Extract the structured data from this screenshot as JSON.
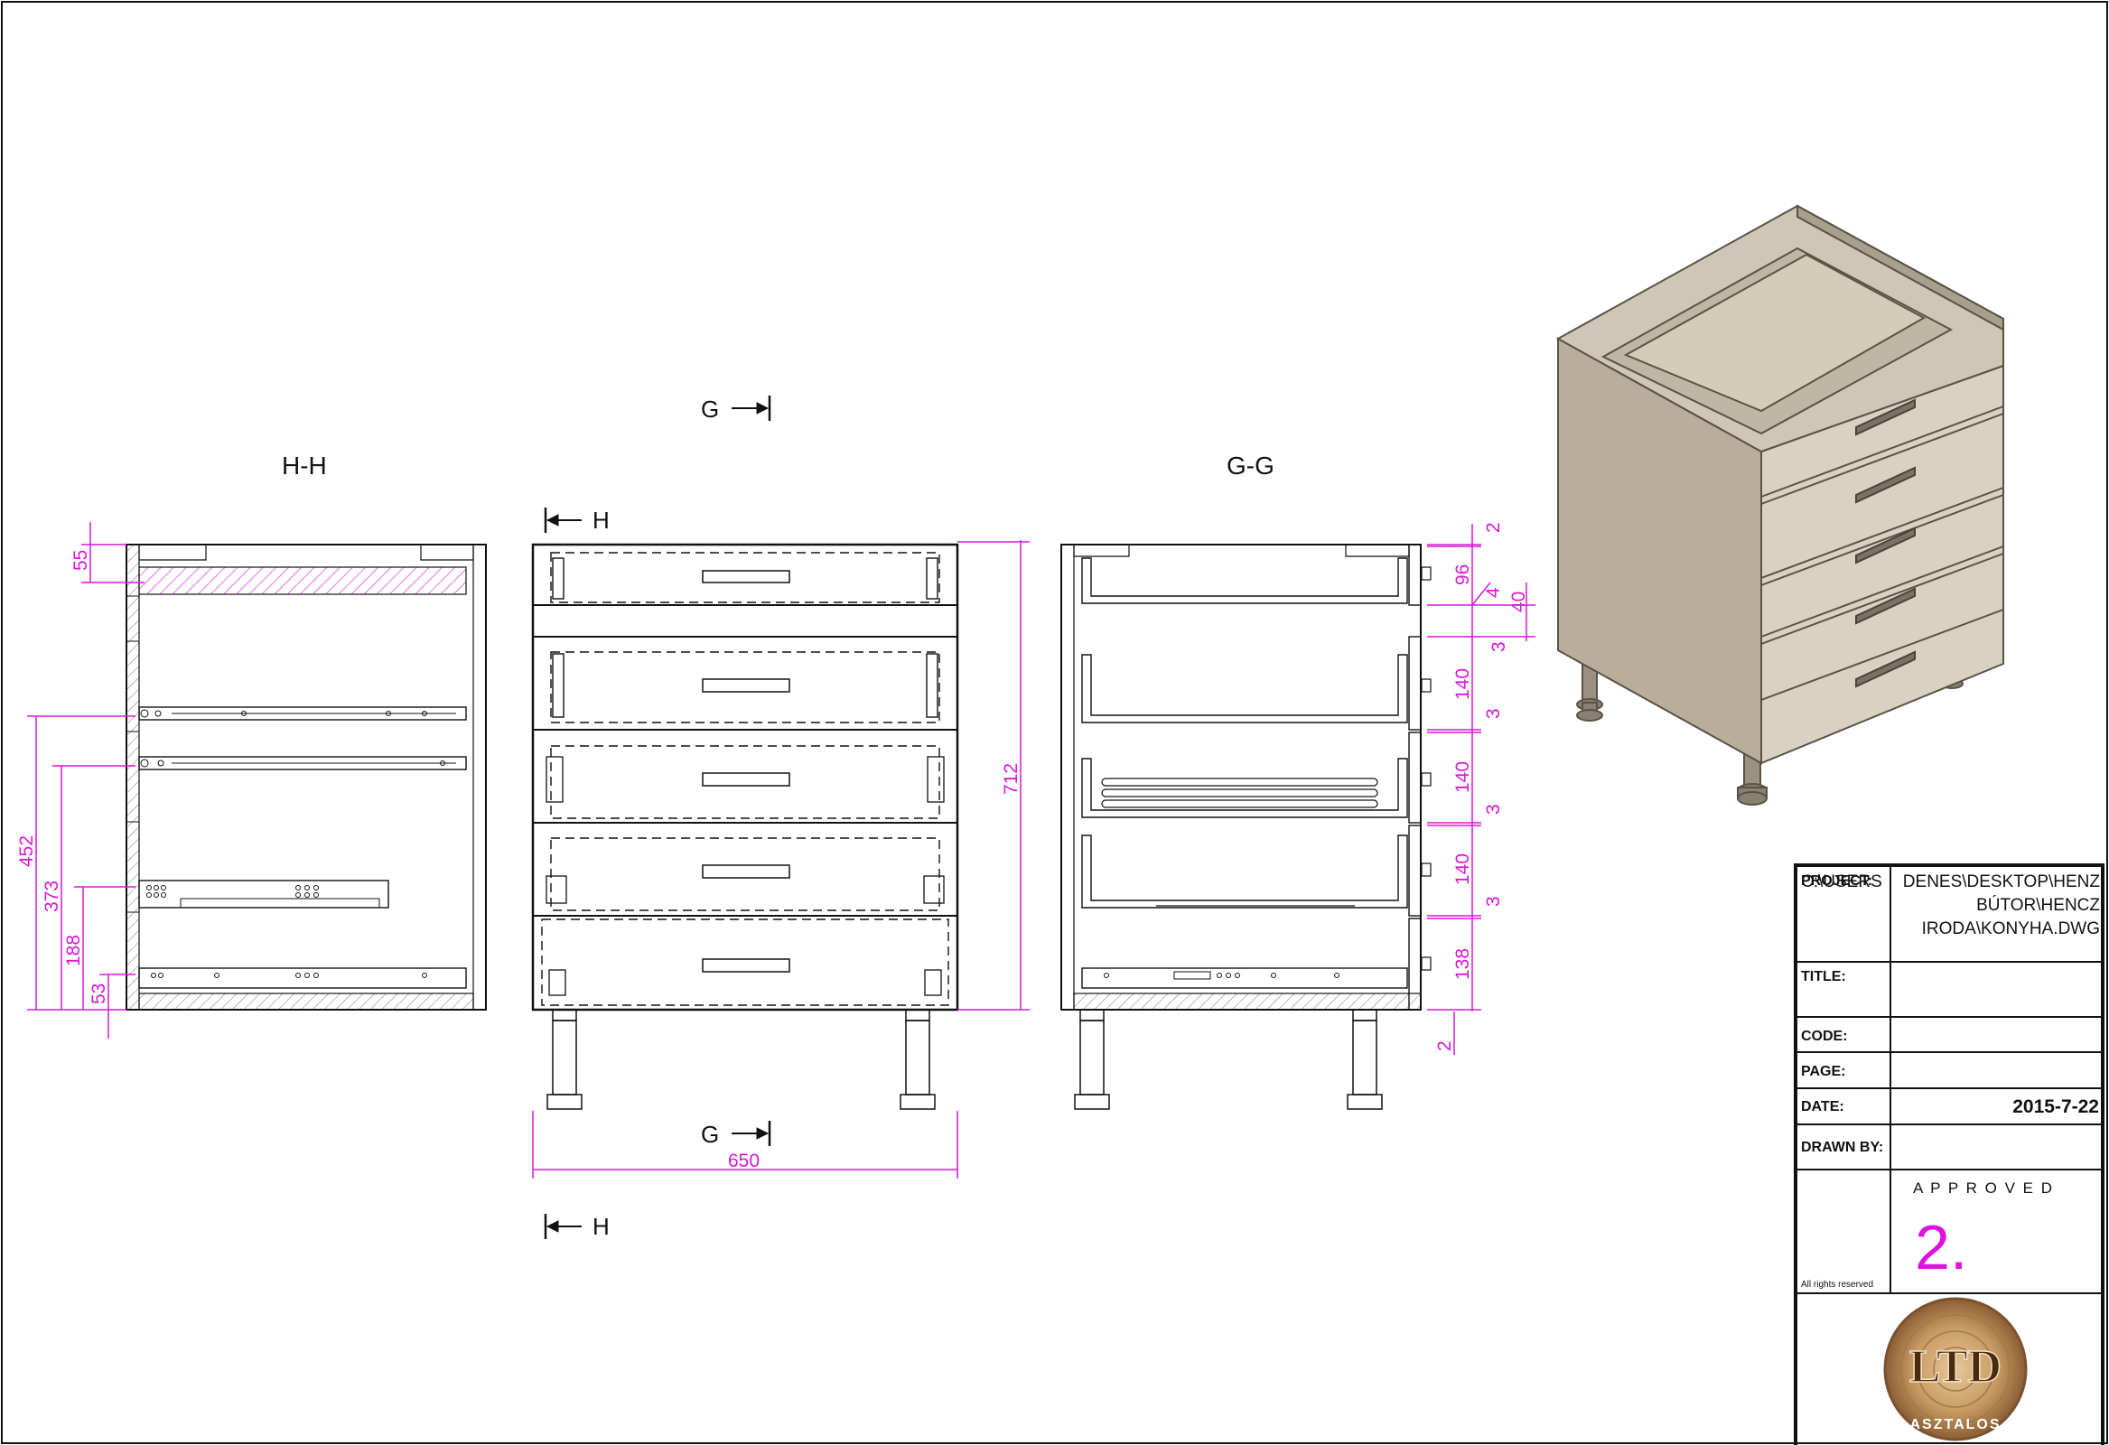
{
  "views": {
    "hh_label": "H-H",
    "gg_label": "G-G",
    "cut_g_top": "G",
    "cut_g_bottom": "G",
    "cut_h_top": "H",
    "cut_h_bottom": "H"
  },
  "dimensions": {
    "top_rail": "55",
    "rail_452": "452",
    "rail_373": "373",
    "rail_188": "188",
    "rail_53": "53",
    "height_total": "712",
    "width_total": "650",
    "r_2_top": "2",
    "r_96": "96",
    "r_4": "4",
    "r_40": "40",
    "r_3a": "3",
    "r_140a": "140",
    "r_3b": "3",
    "r_140b": "140",
    "r_3c": "3",
    "r_140c": "140",
    "r_3d": "3",
    "r_138": "138",
    "r_2_bottom": "2"
  },
  "title_block": {
    "project_label": "PROJECT:",
    "project_overlap": "C:\\USERS",
    "project_line1": "DENES\\DESKTOP\\HENZ",
    "project_line2": "BÚTOR\\HENCZ",
    "project_line3": "IRODA\\KONYHA.DWG",
    "title_label": "TITLE:",
    "code_label": "CODE:",
    "page_label": "PAGE:",
    "date_label": "DATE:",
    "date_value": "2015-7-22",
    "drawn_label": "DRAWN BY:",
    "approved_label": "A P P R O V E D",
    "approved_value": "2.",
    "rights": "All rights reserved",
    "logo_text": "LTD",
    "logo_sub": "ASZTALOS"
  },
  "colors": {
    "dimension": "#d916d9",
    "line": "#111111",
    "cabinet_face": "#d9d2c3",
    "cabinet_side": "#b8ae9b",
    "logo_wood": "#b98a55"
  }
}
